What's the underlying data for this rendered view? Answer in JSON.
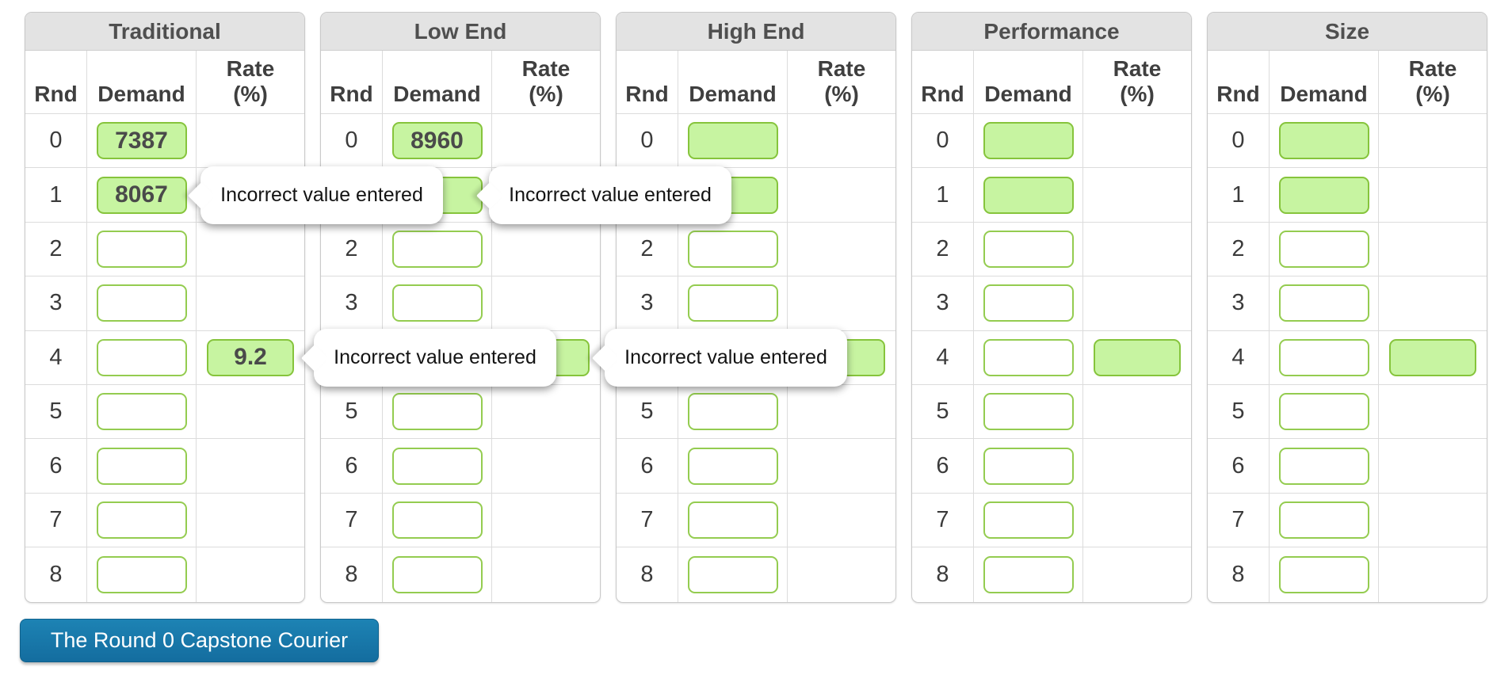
{
  "tables": [
    {
      "key": "traditional",
      "title": "Traditional",
      "columns": {
        "rnd": "Rnd",
        "demand": "Demand",
        "rate": "Rate (%)"
      },
      "rows": [
        {
          "rnd": "0",
          "demand": {
            "value": "7387",
            "state": "filled"
          },
          "rate": {
            "value": "",
            "state": "none"
          }
        },
        {
          "rnd": "1",
          "demand": {
            "value": "8067",
            "state": "filled"
          },
          "rate": {
            "value": "",
            "state": "none"
          }
        },
        {
          "rnd": "2",
          "demand": {
            "value": "",
            "state": "empty"
          },
          "rate": {
            "value": "",
            "state": "none"
          }
        },
        {
          "rnd": "3",
          "demand": {
            "value": "",
            "state": "empty"
          },
          "rate": {
            "value": "",
            "state": "none"
          }
        },
        {
          "rnd": "4",
          "demand": {
            "value": "",
            "state": "empty"
          },
          "rate": {
            "value": "9.2",
            "state": "filled"
          }
        },
        {
          "rnd": "5",
          "demand": {
            "value": "",
            "state": "empty"
          },
          "rate": {
            "value": "",
            "state": "none"
          }
        },
        {
          "rnd": "6",
          "demand": {
            "value": "",
            "state": "empty"
          },
          "rate": {
            "value": "",
            "state": "none"
          }
        },
        {
          "rnd": "7",
          "demand": {
            "value": "",
            "state": "empty"
          },
          "rate": {
            "value": "",
            "state": "none"
          }
        },
        {
          "rnd": "8",
          "demand": {
            "value": "",
            "state": "empty"
          },
          "rate": {
            "value": "",
            "state": "none"
          }
        }
      ]
    },
    {
      "key": "low-end",
      "title": "Low End",
      "columns": {
        "rnd": "Rnd",
        "demand": "Demand",
        "rate": "Rate (%)"
      },
      "rows": [
        {
          "rnd": "0",
          "demand": {
            "value": "8960",
            "state": "filled"
          },
          "rate": {
            "value": "",
            "state": "none"
          }
        },
        {
          "rnd": "1",
          "demand": {
            "value": "",
            "state": "filled"
          },
          "rate": {
            "value": "",
            "state": "none"
          }
        },
        {
          "rnd": "2",
          "demand": {
            "value": "",
            "state": "empty"
          },
          "rate": {
            "value": "",
            "state": "none"
          }
        },
        {
          "rnd": "3",
          "demand": {
            "value": "",
            "state": "empty"
          },
          "rate": {
            "value": "",
            "state": "none"
          }
        },
        {
          "rnd": "4",
          "demand": {
            "value": "",
            "state": "empty"
          },
          "rate": {
            "value": "",
            "state": "filled"
          }
        },
        {
          "rnd": "5",
          "demand": {
            "value": "",
            "state": "empty"
          },
          "rate": {
            "value": "",
            "state": "none"
          }
        },
        {
          "rnd": "6",
          "demand": {
            "value": "",
            "state": "empty"
          },
          "rate": {
            "value": "",
            "state": "none"
          }
        },
        {
          "rnd": "7",
          "demand": {
            "value": "",
            "state": "empty"
          },
          "rate": {
            "value": "",
            "state": "none"
          }
        },
        {
          "rnd": "8",
          "demand": {
            "value": "",
            "state": "empty"
          },
          "rate": {
            "value": "",
            "state": "none"
          }
        }
      ]
    },
    {
      "key": "high-end",
      "title": "High End",
      "columns": {
        "rnd": "Rnd",
        "demand": "Demand",
        "rate": "Rate (%)"
      },
      "rows": [
        {
          "rnd": "0",
          "demand": {
            "value": "",
            "state": "filled"
          },
          "rate": {
            "value": "",
            "state": "none"
          }
        },
        {
          "rnd": "1",
          "demand": {
            "value": "",
            "state": "filled"
          },
          "rate": {
            "value": "",
            "state": "none"
          }
        },
        {
          "rnd": "2",
          "demand": {
            "value": "",
            "state": "empty"
          },
          "rate": {
            "value": "",
            "state": "none"
          }
        },
        {
          "rnd": "3",
          "demand": {
            "value": "",
            "state": "empty"
          },
          "rate": {
            "value": "",
            "state": "none"
          }
        },
        {
          "rnd": "4",
          "demand": {
            "value": "",
            "state": "empty"
          },
          "rate": {
            "value": "",
            "state": "filled"
          }
        },
        {
          "rnd": "5",
          "demand": {
            "value": "",
            "state": "empty"
          },
          "rate": {
            "value": "",
            "state": "none"
          }
        },
        {
          "rnd": "6",
          "demand": {
            "value": "",
            "state": "empty"
          },
          "rate": {
            "value": "",
            "state": "none"
          }
        },
        {
          "rnd": "7",
          "demand": {
            "value": "",
            "state": "empty"
          },
          "rate": {
            "value": "",
            "state": "none"
          }
        },
        {
          "rnd": "8",
          "demand": {
            "value": "",
            "state": "empty"
          },
          "rate": {
            "value": "",
            "state": "none"
          }
        }
      ]
    },
    {
      "key": "performance",
      "title": "Performance",
      "columns": {
        "rnd": "Rnd",
        "demand": "Demand",
        "rate": "Rate (%)"
      },
      "rows": [
        {
          "rnd": "0",
          "demand": {
            "value": "",
            "state": "filled"
          },
          "rate": {
            "value": "",
            "state": "none"
          }
        },
        {
          "rnd": "1",
          "demand": {
            "value": "",
            "state": "filled"
          },
          "rate": {
            "value": "",
            "state": "none"
          }
        },
        {
          "rnd": "2",
          "demand": {
            "value": "",
            "state": "empty"
          },
          "rate": {
            "value": "",
            "state": "none"
          }
        },
        {
          "rnd": "3",
          "demand": {
            "value": "",
            "state": "empty"
          },
          "rate": {
            "value": "",
            "state": "none"
          }
        },
        {
          "rnd": "4",
          "demand": {
            "value": "",
            "state": "empty"
          },
          "rate": {
            "value": "",
            "state": "filled"
          }
        },
        {
          "rnd": "5",
          "demand": {
            "value": "",
            "state": "empty"
          },
          "rate": {
            "value": "",
            "state": "none"
          }
        },
        {
          "rnd": "6",
          "demand": {
            "value": "",
            "state": "empty"
          },
          "rate": {
            "value": "",
            "state": "none"
          }
        },
        {
          "rnd": "7",
          "demand": {
            "value": "",
            "state": "empty"
          },
          "rate": {
            "value": "",
            "state": "none"
          }
        },
        {
          "rnd": "8",
          "demand": {
            "value": "",
            "state": "empty"
          },
          "rate": {
            "value": "",
            "state": "none"
          }
        }
      ]
    },
    {
      "key": "size",
      "title": "Size",
      "columns": {
        "rnd": "Rnd",
        "demand": "Demand",
        "rate": "Rate (%)"
      },
      "rows": [
        {
          "rnd": "0",
          "demand": {
            "value": "",
            "state": "filled"
          },
          "rate": {
            "value": "",
            "state": "none"
          }
        },
        {
          "rnd": "1",
          "demand": {
            "value": "",
            "state": "filled"
          },
          "rate": {
            "value": "",
            "state": "none"
          }
        },
        {
          "rnd": "2",
          "demand": {
            "value": "",
            "state": "empty"
          },
          "rate": {
            "value": "",
            "state": "none"
          }
        },
        {
          "rnd": "3",
          "demand": {
            "value": "",
            "state": "empty"
          },
          "rate": {
            "value": "",
            "state": "none"
          }
        },
        {
          "rnd": "4",
          "demand": {
            "value": "",
            "state": "empty"
          },
          "rate": {
            "value": "",
            "state": "filled"
          }
        },
        {
          "rnd": "5",
          "demand": {
            "value": "",
            "state": "empty"
          },
          "rate": {
            "value": "",
            "state": "none"
          }
        },
        {
          "rnd": "6",
          "demand": {
            "value": "",
            "state": "empty"
          },
          "rate": {
            "value": "",
            "state": "none"
          }
        },
        {
          "rnd": "7",
          "demand": {
            "value": "",
            "state": "empty"
          },
          "rate": {
            "value": "",
            "state": "none"
          }
        },
        {
          "rnd": "8",
          "demand": {
            "value": "",
            "state": "empty"
          },
          "rate": {
            "value": "",
            "state": "none"
          }
        }
      ]
    }
  ],
  "tooltips": [
    {
      "text": "Incorrect value entered"
    },
    {
      "text": "Incorrect value entered"
    },
    {
      "text": "Incorrect value entered"
    },
    {
      "text": "Incorrect value entered"
    }
  ],
  "button": {
    "label": "The Round 0 Capstone Courier"
  },
  "colors": {
    "filled_bg": "#c7f4a1",
    "filled_border": "#86c43c",
    "empty_border": "#94cc50",
    "title_bar_bg": "#e3e3e3",
    "button_blue": "#1779ad"
  }
}
